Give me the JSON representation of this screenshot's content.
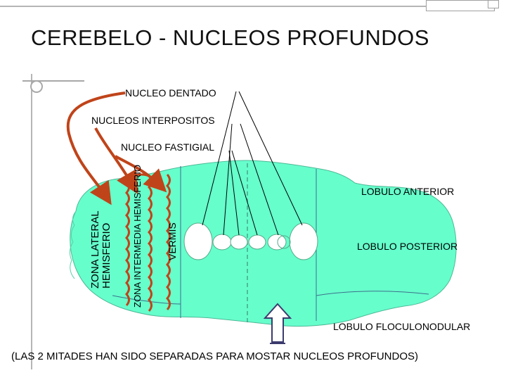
{
  "title": "CEREBELO - NUCLEOS PROFUNDOS",
  "labels": {
    "nucleo_dentado": "NUCLEO DENTADO",
    "nucleos_interpositos": "NUCLEOS INTERPOSITOS",
    "nucleo_fastigial": "NUCLEO FASTIGIAL",
    "zona_lateral": "ZONA LATERAL\nHEMISFERIO",
    "zona_intermedia": "ZONA INTERMEDIA HEMISFERIO",
    "vermis": "VERMIS",
    "lobulo_anterior": "LOBULO ANTERIOR",
    "lobulo_posterior": "LOBULO POSTERIOR",
    "lobulo_floculonodular": "LOBULO FLOCULONODULAR",
    "caption": "(LAS 2 MITADES HAN SIDO SEPARADAS PARA MOSTAR NUCLEOS PROFUNDOS)"
  },
  "colors": {
    "cerebellum_fill": "#66FFCC",
    "arrow_red": "#C0441A",
    "zone_outline": "#C0441A",
    "nuclei_fill": "#FFFFFF",
    "frame_gray": "#A8A8A8",
    "up_arrow_stroke": "#3B3B6E"
  }
}
